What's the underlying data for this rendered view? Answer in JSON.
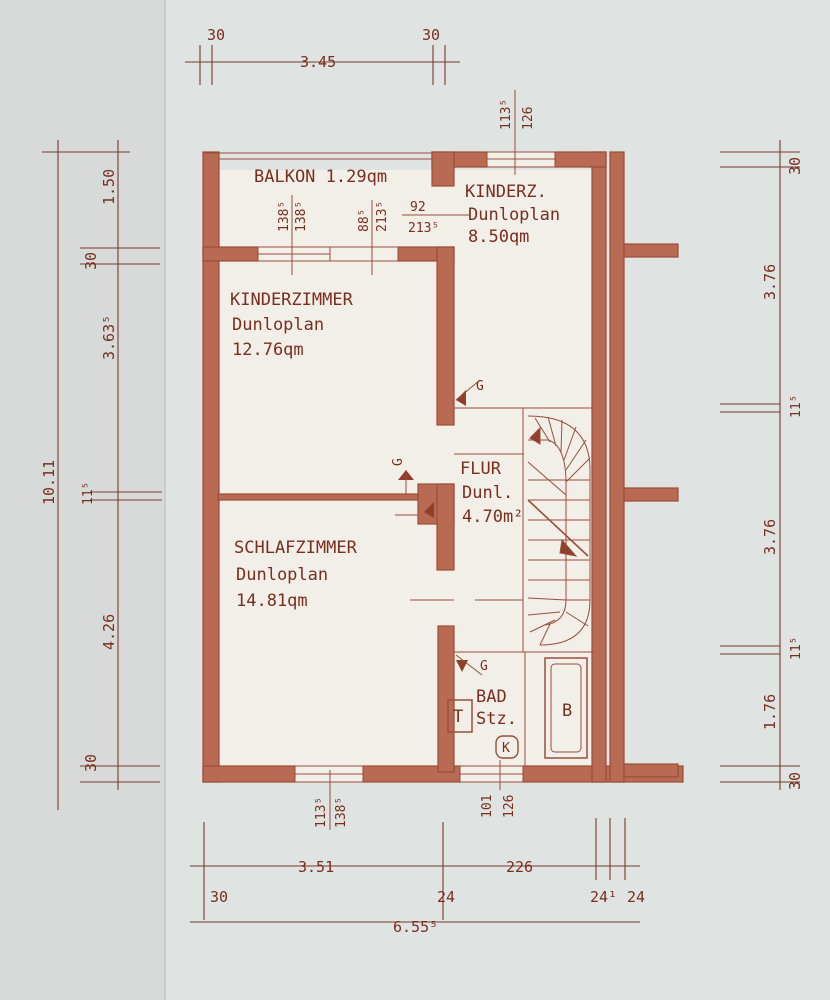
{
  "rooms": {
    "balkon": "BALKON 1.29qm",
    "kinderz_small": {
      "name": "KINDERZ.",
      "floor": "Dunloplan",
      "area": "8.50qm"
    },
    "kinderzimmer": {
      "name": "KINDERZIMMER",
      "floor": "Dunloplan",
      "area": "12.76qm"
    },
    "schlafzimmer": {
      "name": "SCHLAFZIMMER",
      "floor": "Dunloplan",
      "area": "14.81qm"
    },
    "flur": {
      "name": "FLUR",
      "floor": "Dunl.",
      "area": "4.70m²"
    },
    "bad": {
      "name": "BAD",
      "floor": "Stz."
    }
  },
  "fixtures": {
    "t": "T",
    "b": "B",
    "k": "K",
    "g": "G"
  },
  "dims": {
    "top": {
      "a": "30",
      "b": "3.45",
      "c": "30"
    },
    "top_window": {
      "a": "113⁵",
      "b": "126"
    },
    "bal": {
      "a": "138⁵",
      "b": "138⁵",
      "c": "88⁵",
      "d": "213⁵",
      "e": "92",
      "f": "213⁵"
    },
    "left_total": "10.11",
    "left_1": "1.50",
    "left_2": "30",
    "left_3": "3.63⁵",
    "left_4": "11⁵",
    "left_5": "4.26",
    "left_6": "30",
    "right_1": "30",
    "right_2": "3.76",
    "right_3": "11⁵",
    "right_4": "3.76",
    "right_5": "11⁵",
    "right_6": "1.76",
    "right_7": "30",
    "bottom_window_l": {
      "a": "113⁵",
      "b": "138⁵"
    },
    "bottom_window_r": {
      "a": "101",
      "b": "126"
    },
    "bottom_1": "3.51",
    "bottom_2": "226",
    "bottom_3": "30",
    "bottom_4": "24",
    "bottom_5": "24¹",
    "bottom_6": "24",
    "bottom_total": "6.55⁵"
  }
}
